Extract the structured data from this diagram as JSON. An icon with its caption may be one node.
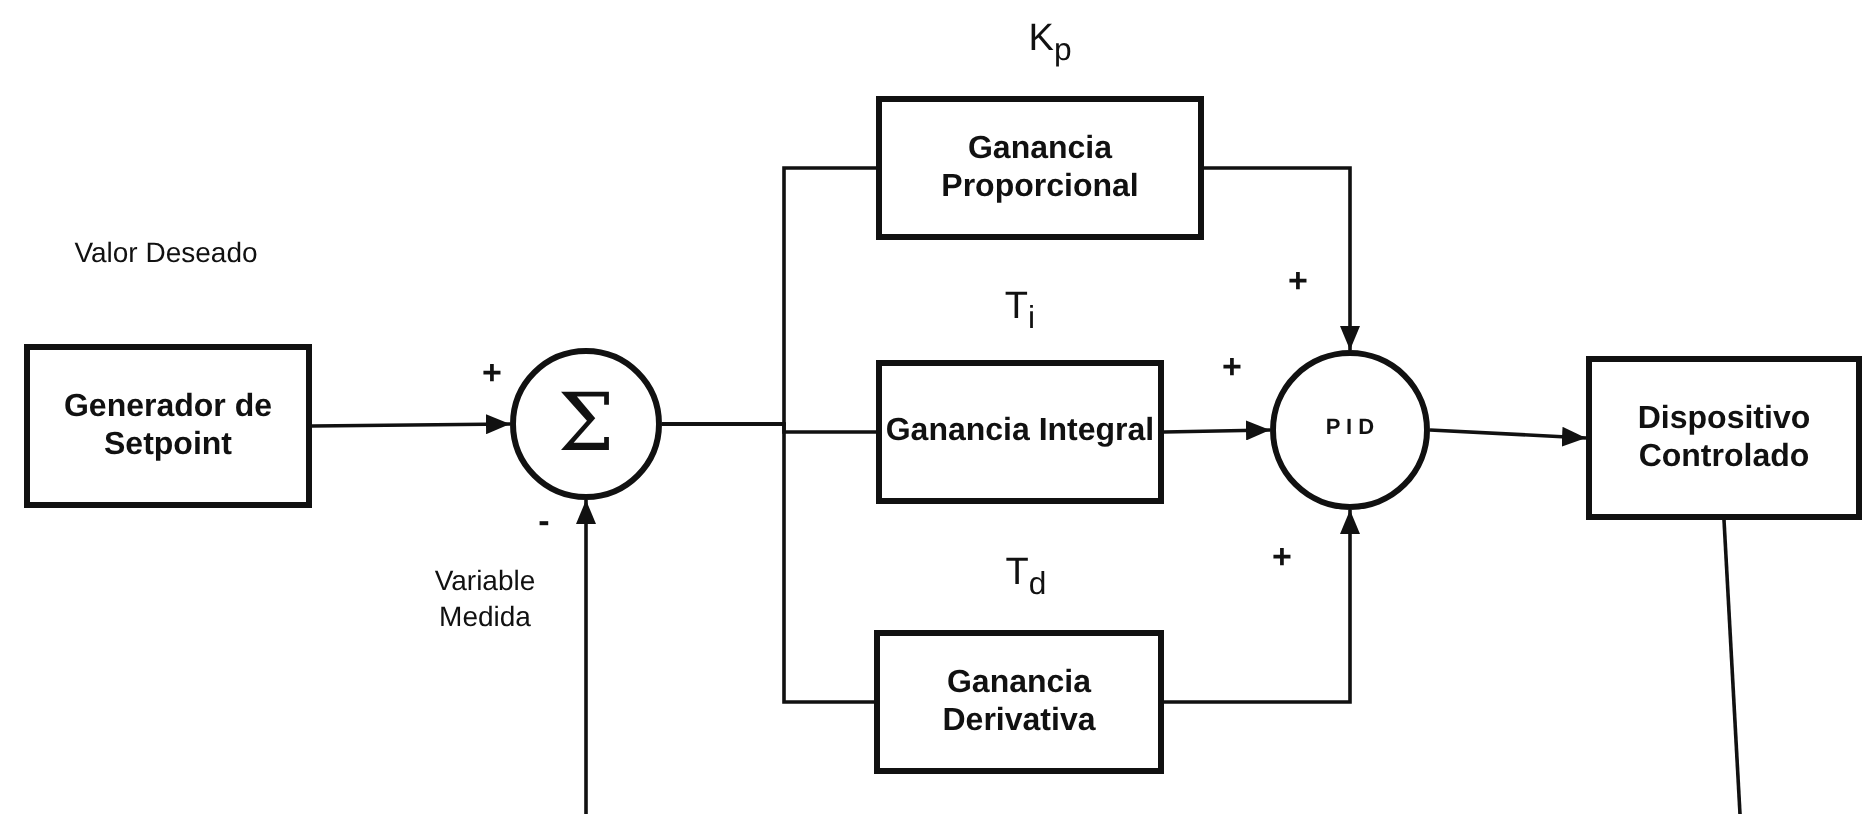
{
  "diagram": {
    "nodes": [
      {
        "text": [
          "Generador de Setpoint"
        ],
        "beside": [
          "Valor Deseado"
        ]
      },
      {
        "text": [
          "Σ"
        ]
      },
      {
        "text": [
          "Ganancia Proporcional"
        ],
        "beside": [
          "K$_{p}$"
        ]
      },
      {
        "text": [
          "Ganancia Integral"
        ],
        "beside": [
          "T$_{i}$"
        ]
      },
      {
        "text": [
          "Ganancia Derivativa"
        ],
        "beside": [
          "T$_{d}$"
        ]
      },
      {
        "text": [
          "P I D"
        ]
      },
      {
        "text": [
          "Dispositivo Controlado"
        ]
      }
    ],
    "edges": [
      {
        "from": 0,
        "to": 1,
        "arrow": "to"
      },
      {
        "from": 1,
        "to": 2,
        "arrow": "none"
      },
      {
        "from": 1,
        "to": 3,
        "arrow": "none"
      },
      {
        "from": 1,
        "to": 4,
        "arrow": "none"
      },
      {
        "from": 2,
        "to": 5,
        "arrow": "to"
      },
      {
        "from": 3,
        "to": 5,
        "arrow": "to"
      },
      {
        "from": 4,
        "to": 5,
        "arrow": "to"
      },
      {
        "from": 5,
        "to": 6,
        "arrow": "to"
      },
      {
        "from": null,
        "to": 1,
        "arrow": "to"
      },
      {
        "from": 6,
        "to": null,
        "arrow": "none"
      }
    ],
    "labels": [
      "+",
      "-",
      "Variable Medida",
      "+",
      "+",
      "+"
    ]
  }
}
